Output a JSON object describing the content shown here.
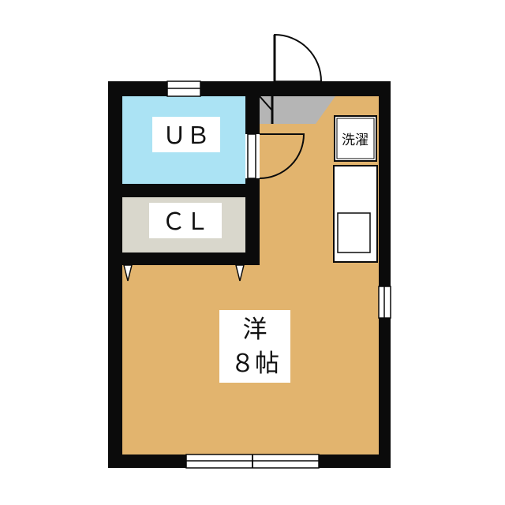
{
  "rooms": {
    "bath": {
      "label": "ＵＢ",
      "color": "#abe3f4"
    },
    "closet": {
      "label": "ＣＬ",
      "color": "#d9d7cc"
    },
    "laundry": {
      "label": "洗濯"
    },
    "main": {
      "label_line1": "洋",
      "label_line2": "８帖",
      "color": "#e2b46e"
    }
  },
  "colors": {
    "wall": "#0b0b0b",
    "entrance_floor": "#b5b5b5",
    "fixture_fill": "#ffffff"
  }
}
